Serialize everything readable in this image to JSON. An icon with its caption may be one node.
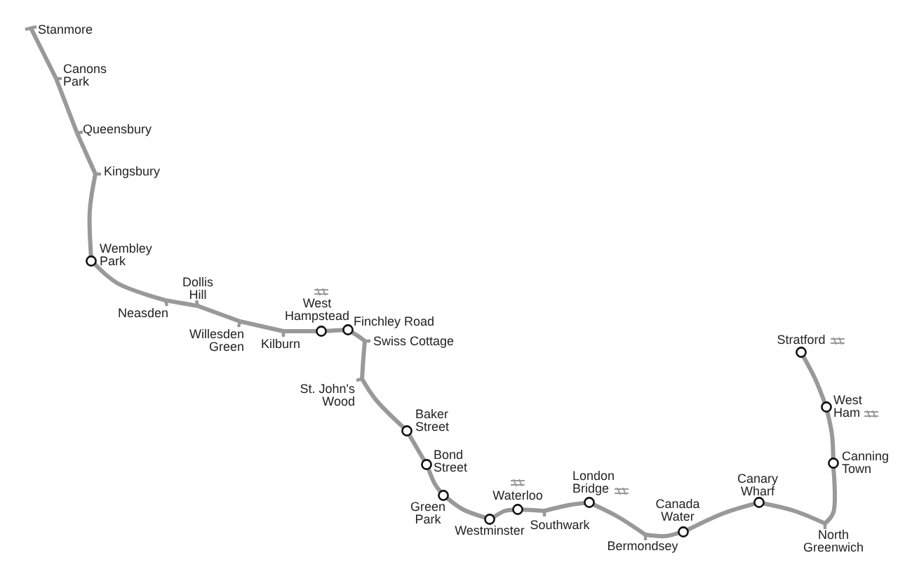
{
  "diagram": {
    "nodes": [
      {
        "text": [],
        "shape": "bar",
        "beside": [
          "Stanmore"
        ]
      },
      {
        "text": [],
        "shape": "bar",
        "beside": [
          "Canons Park"
        ]
      },
      {
        "text": [],
        "shape": "bar",
        "beside": [
          "Queensbury"
        ]
      },
      {
        "text": [],
        "shape": "bar",
        "beside": [
          "Kingsbury"
        ]
      },
      {
        "text": [],
        "shape": "circle",
        "beside": [
          "Wembley Park"
        ]
      },
      {
        "text": [],
        "shape": "bar",
        "beside": [
          "Neasden"
        ]
      },
      {
        "text": [],
        "shape": "bar",
        "beside": [
          "Dollis Hill"
        ]
      },
      {
        "text": [],
        "shape": "bar",
        "beside": [
          "Willesden Green"
        ]
      },
      {
        "text": [],
        "shape": "bar",
        "beside": [
          "Kilburn"
        ]
      },
      {
        "text": [],
        "shape": "circle",
        "beside": [
          "West Hampstead"
        ]
      },
      {
        "text": [],
        "shape": "circle",
        "beside": [
          "Finchley Road"
        ]
      },
      {
        "text": [],
        "shape": "bar",
        "beside": [
          "Swiss Cottage"
        ]
      },
      {
        "text": [],
        "shape": "bar",
        "beside": [
          "St. John's Wood"
        ]
      },
      {
        "text": [],
        "shape": "circle",
        "beside": [
          "Baker Street"
        ]
      },
      {
        "text": [],
        "shape": "circle",
        "beside": [
          "Bond Street"
        ]
      },
      {
        "text": [],
        "shape": "circle",
        "beside": [
          "Green Park"
        ]
      },
      {
        "text": [],
        "shape": "circle",
        "beside": [
          "Westminster"
        ]
      },
      {
        "text": [],
        "shape": "circle",
        "beside": [
          "Waterloo"
        ]
      },
      {
        "text": [],
        "shape": "bar",
        "beside": [
          "Southwark"
        ]
      },
      {
        "text": [],
        "shape": "circle",
        "beside": [
          "London Bridge"
        ]
      },
      {
        "text": [],
        "shape": "bar",
        "beside": [
          "Bermondsey"
        ]
      },
      {
        "text": [],
        "shape": "circle",
        "beside": [
          "Canada Water"
        ]
      },
      {
        "text": [],
        "shape": "circle",
        "beside": [
          "Canary Wharf"
        ]
      },
      {
        "text": [],
        "shape": "bar",
        "beside": [
          "North Greenwich"
        ]
      },
      {
        "text": [],
        "shape": "circle",
        "beside": [
          "Canning Town"
        ]
      },
      {
        "text": [],
        "shape": "circle",
        "beside": [
          "West Ham"
        ]
      },
      {
        "text": [],
        "shape": "circle",
        "beside": [
          "Stratford"
        ]
      }
    ],
    "edges": [
      {
        "from": 0,
        "to": 1,
        "arrow": "none"
      },
      {
        "from": 1,
        "to": 2,
        "arrow": "none"
      },
      {
        "from": 2,
        "to": 3,
        "arrow": "none"
      },
      {
        "from": 3,
        "to": 4,
        "arrow": "none"
      },
      {
        "from": 4,
        "to": 5,
        "arrow": "none"
      },
      {
        "from": 5,
        "to": 6,
        "arrow": "none"
      },
      {
        "from": 6,
        "to": 7,
        "arrow": "none"
      },
      {
        "from": 7,
        "to": 8,
        "arrow": "none"
      },
      {
        "from": 8,
        "to": 9,
        "arrow": "none"
      },
      {
        "from": 9,
        "to": 10,
        "arrow": "none"
      },
      {
        "from": 10,
        "to": 11,
        "arrow": "none"
      },
      {
        "from": 11,
        "to": 12,
        "arrow": "none"
      },
      {
        "from": 12,
        "to": 13,
        "arrow": "none"
      },
      {
        "from": 13,
        "to": 14,
        "arrow": "none"
      },
      {
        "from": 14,
        "to": 15,
        "arrow": "none"
      },
      {
        "from": 15,
        "to": 16,
        "arrow": "none"
      },
      {
        "from": 16,
        "to": 17,
        "arrow": "none"
      },
      {
        "from": 17,
        "to": 18,
        "arrow": "none"
      },
      {
        "from": 18,
        "to": 19,
        "arrow": "none"
      },
      {
        "from": 19,
        "to": 20,
        "arrow": "none"
      },
      {
        "from": 20,
        "to": 21,
        "arrow": "none"
      },
      {
        "from": 21,
        "to": 22,
        "arrow": "none"
      },
      {
        "from": 22,
        "to": 23,
        "arrow": "none"
      },
      {
        "from": 23,
        "to": 24,
        "arrow": "none"
      },
      {
        "from": 24,
        "to": 25,
        "arrow": "none"
      },
      {
        "from": 25,
        "to": 26,
        "arrow": "none"
      }
    ]
  }
}
